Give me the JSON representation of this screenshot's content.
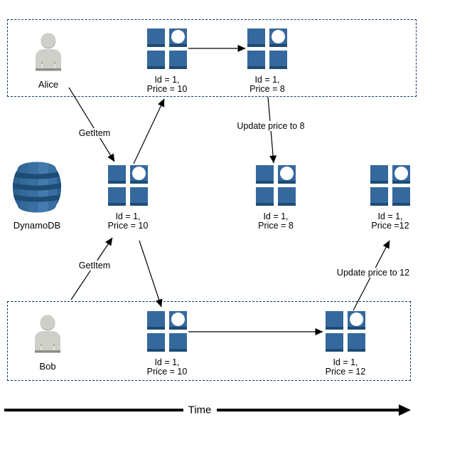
{
  "actors": {
    "alice": {
      "label": "Alice"
    },
    "bob": {
      "label": "Bob"
    }
  },
  "database": {
    "label": "DynamoDB"
  },
  "items": {
    "alice1": {
      "line1": "Id = 1,",
      "line2": "Price = 10"
    },
    "alice2": {
      "line1": "Id = 1,",
      "line2": "Price = 8"
    },
    "db1": {
      "line1": "Id = 1,",
      "line2": "Price = 10"
    },
    "db2": {
      "line1": "Id = 1,",
      "line2": "Price = 8"
    },
    "db3": {
      "line1": "Id = 1,",
      "line2": "Price =12"
    },
    "bob1": {
      "line1": "Id = 1,",
      "line2": "Price = 10"
    },
    "bob2": {
      "line1": "Id = 1,",
      "line2": "Price = 12"
    }
  },
  "arrows": {
    "alice_getitem": {
      "label": "GetItem"
    },
    "bob_getitem": {
      "label": "GetItem"
    },
    "alice_update": {
      "label": "Update price to 8"
    },
    "bob_update": {
      "label": "Update price to 12"
    }
  },
  "time_axis": {
    "label": "Time"
  },
  "colors": {
    "item_blue": "#35699E",
    "item_shadow": "#1E4B73",
    "lane_border": "#17375E",
    "db_blue": "#3A6FA3",
    "db_band": "#1D4C74",
    "person_gray": "#CFCFC9",
    "person_band": "#8E8E88",
    "arrow": "#000000"
  }
}
